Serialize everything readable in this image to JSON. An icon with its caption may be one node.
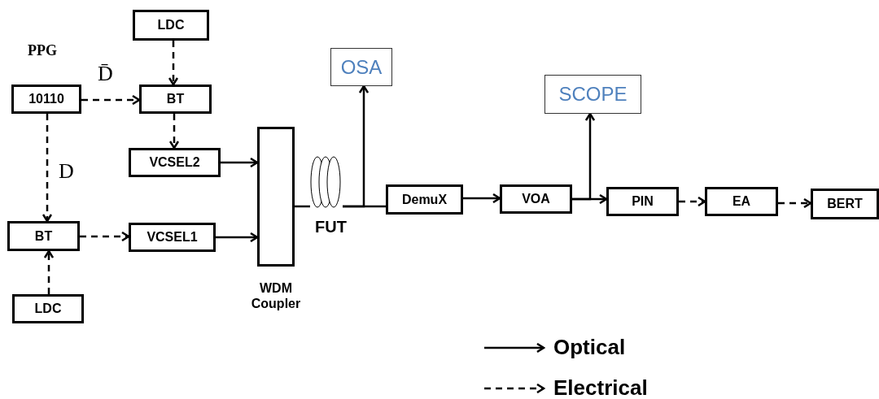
{
  "diagram": {
    "nodes": [
      {
        "text": [
          "LDC"
        ]
      },
      {
        "text": [
          "10110"
        ]
      },
      {
        "text": [
          "BT"
        ]
      },
      {
        "text": [
          "VCSEL2"
        ]
      },
      {
        "text": [
          "BT"
        ]
      },
      {
        "text": [
          "VCSEL1"
        ]
      },
      {
        "text": [
          "LDC"
        ]
      },
      {
        "text": [
          "WDM Coupler"
        ]
      },
      {
        "text": [],
        "shape": "picture",
        "beside": [
          "FUT"
        ]
      },
      {
        "text": [
          "OSA"
        ]
      },
      {
        "text": [
          "DemuX"
        ]
      },
      {
        "text": [
          "VOA"
        ]
      },
      {
        "text": [
          "SCOPE"
        ]
      },
      {
        "text": [
          "PIN"
        ]
      },
      {
        "text": [
          "EA"
        ]
      },
      {
        "text": [
          "BERT"
        ]
      }
    ],
    "edges": [
      {
        "from": 0,
        "to": 2,
        "arrow": "to",
        "style": "dashed"
      },
      {
        "from": 1,
        "to": 2,
        "arrow": "to",
        "style": "dashed",
        "label": "D̄"
      },
      {
        "from": 2,
        "to": 3,
        "arrow": "to",
        "style": "dashed"
      },
      {
        "from": 1,
        "to": 4,
        "arrow": "to",
        "style": "dashed",
        "label": "D"
      },
      {
        "from": 6,
        "to": 4,
        "arrow": "to",
        "style": "dashed"
      },
      {
        "from": 4,
        "to": 5,
        "arrow": "to",
        "style": "dashed"
      },
      {
        "from": 3,
        "to": 7,
        "arrow": "to"
      },
      {
        "from": 5,
        "to": 7,
        "arrow": "to"
      },
      {
        "from": 7,
        "to": 8,
        "arrow": "none"
      },
      {
        "from": 8,
        "to": 10,
        "arrow": "none"
      },
      {
        "from": 8,
        "to": 9,
        "arrow": "to"
      },
      {
        "from": 10,
        "to": 11,
        "arrow": "to"
      },
      {
        "from": 11,
        "to": 13,
        "arrow": "to"
      },
      {
        "from": 11,
        "to": 12,
        "arrow": "to"
      },
      {
        "from": 13,
        "to": 14,
        "arrow": "to",
        "style": "dashed"
      },
      {
        "from": 14,
        "to": 15,
        "arrow": "to",
        "style": "dashed"
      }
    ],
    "labels": [
      "PPG"
    ],
    "legend": [
      {
        "text": "Optical"
      },
      {
        "text": "Electrical"
      }
    ]
  }
}
